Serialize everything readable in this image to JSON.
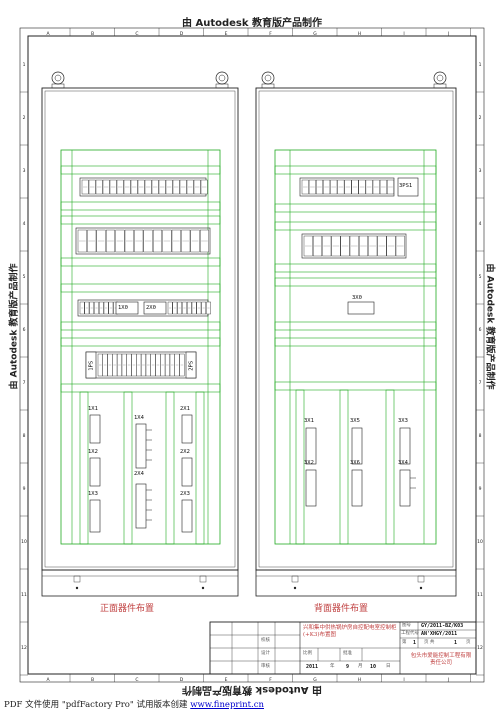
{
  "watermark": {
    "text": "由 Autodesk 教育版产品制作"
  },
  "front": {
    "caption": "正面器件布置",
    "terminals": [
      "1X0",
      "2X0"
    ],
    "ps_left": "1PS",
    "ps_right": "2PS",
    "col1": [
      "1X1",
      "1X2",
      "1X3"
    ],
    "col2": [
      "1X4",
      "2X4"
    ],
    "col3": [
      "2X1",
      "2X2",
      "2X3"
    ]
  },
  "back": {
    "caption": "背面器件布置",
    "ps_label": "3PS1",
    "terminal": "3X0",
    "col1": [
      "3X1",
      "3X2"
    ],
    "col2": [
      "3X5",
      "3X6"
    ],
    "col3": [
      "3X3",
      "3X4"
    ]
  },
  "title_block": {
    "drawing_title": "兴和集中供热锅炉房自控配电室控制柜(+K3)布置图",
    "drawing_no_label": "图号",
    "drawing_no": "GY/2011-BZ/K03",
    "project_no_label": "工程代号",
    "project_no": "AN'XHGY/2011",
    "sheet_label": "第",
    "sheet_no": "1",
    "sheets_label": "页  共",
    "sheets_total": "1",
    "page_label": "页",
    "row_labels": [
      "校核",
      "设计",
      "审核"
    ],
    "col_labels": [
      "比例",
      "批准"
    ],
    "date_year": "2011",
    "year_label": "年",
    "date_month": "9",
    "month_label": "月",
    "date_day": "10",
    "day_label": "日",
    "company": "包头市爱能控制工程有限责任公司"
  },
  "border_letters": [
    "A",
    "B",
    "C",
    "D",
    "E",
    "F",
    "G",
    "H",
    "I",
    "J"
  ],
  "border_numbers": [
    "1",
    "2",
    "3",
    "4",
    "5",
    "6",
    "7",
    "8",
    "9",
    "10",
    "11",
    "12"
  ],
  "footer": {
    "prefix": "PDF 文件使用 \"pdfFactory Pro\" 试用版本创建 ",
    "link": "www.fineprint.cn"
  }
}
